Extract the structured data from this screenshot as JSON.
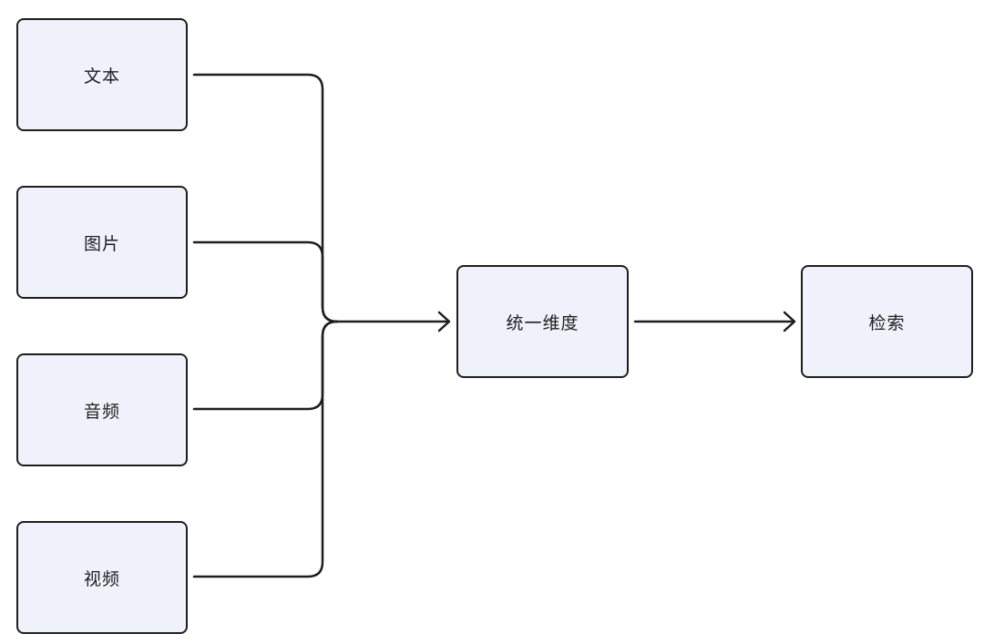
{
  "diagram": {
    "inputs": [
      {
        "id": "text",
        "label": "文本"
      },
      {
        "id": "image",
        "label": "图片"
      },
      {
        "id": "audio",
        "label": "音频"
      },
      {
        "id": "video",
        "label": "视频"
      }
    ],
    "process": {
      "label": "统一维度"
    },
    "output": {
      "label": "检索"
    },
    "colors": {
      "node_fill": "#eff2fb",
      "stroke": "#1e1e1e"
    }
  }
}
